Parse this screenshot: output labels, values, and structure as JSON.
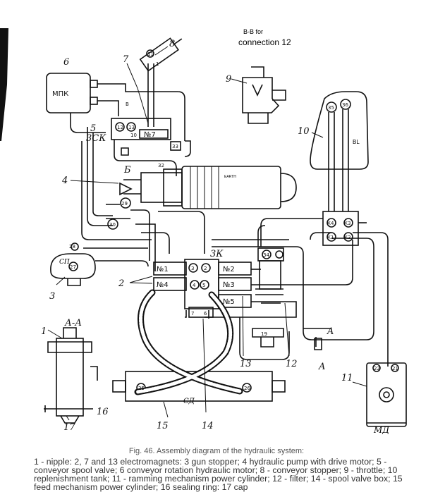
{
  "section_label": "B-B for",
  "section_connection": "connection 12",
  "labels": {
    "n1": "1",
    "n2": "2",
    "n3": "3",
    "n4": "4",
    "n5": "5",
    "n6": "6",
    "n7": "7",
    "n8": "8",
    "n9": "9",
    "n10": "10",
    "n11": "11",
    "n12": "12",
    "n13": "13",
    "n14": "14",
    "n15": "15",
    "n16": "16",
    "n17": "17",
    "mpk": "МПК",
    "zsk": "3СК",
    "zk": "3К",
    "sp": "СП",
    "sd": "СД",
    "md": "МД",
    "bl": "BL",
    "earth": "EARTH",
    "aa": "А-А",
    "a": "A",
    "b": "Б",
    "v": "B",
    "no1": "№1",
    "no2": "№2",
    "no3": "№3",
    "no4": "№4",
    "no5": "№5",
    "no7": "№7",
    "k1": "К1",
    "k2": "К2",
    "k3": "К3",
    "k4": "К4",
    "c1": "1",
    "c2": "2",
    "c3": "3",
    "c4": "4",
    "c5": "5",
    "c6": "6",
    "c7": "7",
    "c10": "10",
    "c11": "11",
    "c12": "12",
    "c13": "13",
    "c16": "16",
    "c19": "19",
    "c21": "21",
    "c22": "22",
    "c25": "25",
    "c26": "26",
    "c27": "27",
    "c28": "28",
    "c29": "29",
    "c30": "30",
    "c32": "32",
    "c33": "33",
    "c34": "34",
    "c35": "35",
    "c36": "36"
  },
  "caption": {
    "title": "Fig. 46. Assembly diagram of the hydraulic system:",
    "body": "1 - nipple: 2, 7 and 13 electromagnets: 3 gun stopper; 4 hydraulic pump with drive motor; 5 - conveyor spool valve; 6 conveyor rotation hydraulic motor; 8 - conveyor stopper; 9 - throttle; 10 replenishment tank; 11 - ramming mechanism power cylinder; 12 - filter; 14 - spool valve box; 15 feed mechanism power cylinder; 16 sealing ring: 17 cap"
  }
}
